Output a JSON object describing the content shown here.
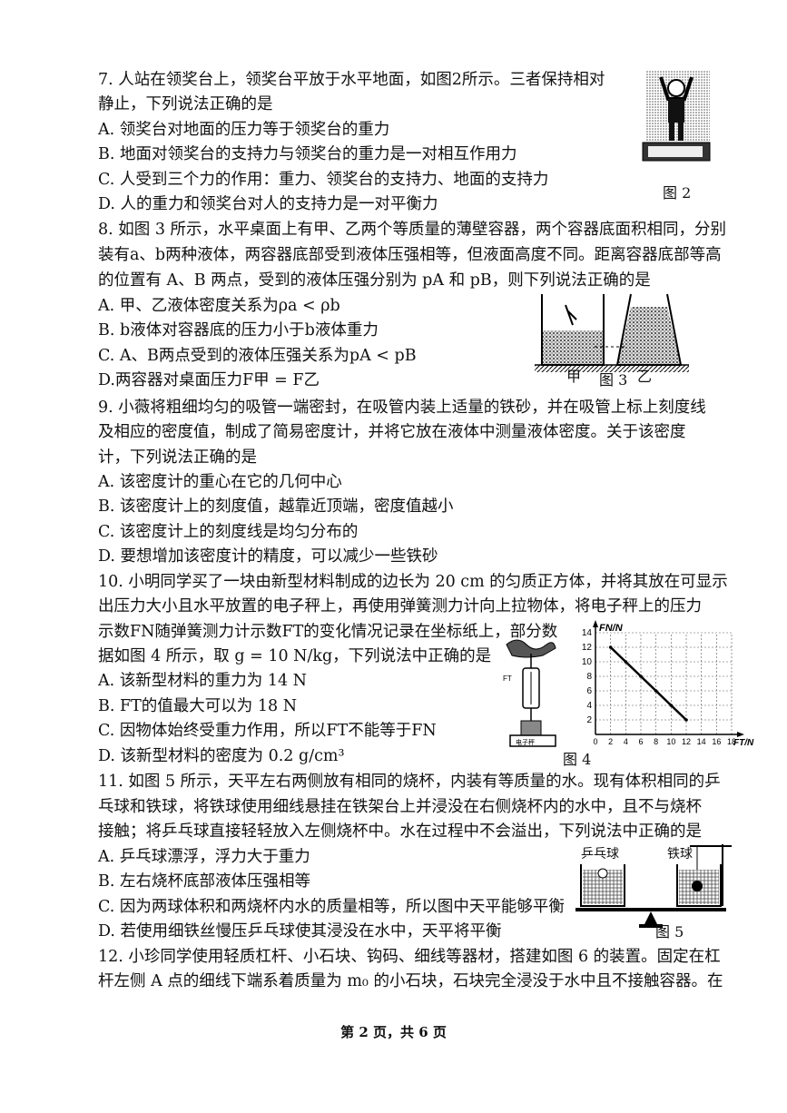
{
  "q7": {
    "stem1": "7. 人站在领奖台上，领奖台平放于水平地面，如图2所示。三者保持相对",
    "stem2": "静止，下列说法正确的是",
    "a": "A. 领奖台对地面的压力等于领奖台的重力",
    "b": "B. 地面对领奖台的支持力与领奖台的重力是一对相互作用力",
    "c": "C. 人受到三个力的作用：重力、领奖台的支持力、地面的支持力",
    "d": "D. 人的重力和领奖台对人的支持力是一对平衡力",
    "fig": "图 2"
  },
  "q8": {
    "stem1": "8. 如图 3 所示，水平桌面上有甲、乙两个等质量的薄壁容器，两个容器底面积相同，分别",
    "stem2": "装有a、b两种液体，两容器底部受到液体压强相等，但液面高度不同。距离容器底部等高",
    "stem3": "的位置有 A、B 两点，受到的液体压强分别为 pA 和 pB，则下列说法正确的是",
    "a": "A. 甲、乙液体密度关系为ρa < ρb",
    "b": "B. b液体对容器底的压力小于b液体重力",
    "c": "C. A、B两点受到的液体压强关系为pA < pB",
    "d": "D.两容器对桌面压力F甲 = F乙",
    "fig": "图 3",
    "label_jia": "甲",
    "label_yi": "乙"
  },
  "q9": {
    "stem1": "9. 小薇将粗细均匀的吸管一端密封，在吸管内装上适量的铁砂，并在吸管上标上刻度线",
    "stem2": "及相应的密度值，制成了简易密度计，并将它放在液体中测量液体密度。关于该密度",
    "stem3": "计，下列说法正确的是",
    "a": "A. 该密度计的重心在它的几何中心",
    "b": "B. 该密度计上的刻度值，越靠近顶端，密度值越小",
    "c": "C. 该密度计上的刻度线是均匀分布的",
    "d": "D. 要想增加该密度计的精度，可以减少一些铁砂"
  },
  "q10": {
    "stem1": "10. 小明同学买了一块由新型材料制成的边长为 20 cm 的匀质正方体，并将其放在可显示",
    "stem2": "出压力大小且水平放置的电子秤上，再使用弹簧测力计向上拉物体，将电子秤上的压力",
    "stem3": "示数FN随弹簧测力计示数FT的变化情况记录在坐标纸上，部分数",
    "stem4": "据如图 4 所示，取 g = 10 N/kg，下列说法中正确的是",
    "a": "A. 该新型材料的重力为 14 N",
    "b": "B. FT的值最大可以为 18 N",
    "c": "C. 因物体始终受重力作用，所以FT不能等于FN",
    "d": "D. 该新型材料的密度为 0.2 g/cm³",
    "fig": "图 4",
    "spring_label": "FT",
    "scale_label": "电子秤"
  },
  "q11": {
    "stem1": "11. 如图 5 所示，天平左右两侧放有相同的烧杯，内装有等质量的水。现有体积相同的乒",
    "stem2": "乓球和铁球，将铁球使用细线悬挂在铁架台上并浸没在右侧烧杯内的水中，且不与烧杯",
    "stem3": "接触；将乒乓球直接轻轻放入左侧烧杯中。水在过程中不会溢出，下列说法中正确的是",
    "a": "A. 乒乓球漂浮，浮力大于重力",
    "b": "B. 左右烧杯底部液体压强相等",
    "c": "C. 因为两球体积和两烧杯内水的质量相等，所以图中天平能够平衡",
    "d": "D. 若使用细铁丝慢压乒乓球使其浸没在水中，天平将平衡",
    "fig": "图 5",
    "label_pingpong": "乒乓球",
    "label_iron": "铁球"
  },
  "q12": {
    "stem1": "12. 小珍同学使用轻质杠杆、小石块、钩码、细线等器材，搭建如图 6 的装置。固定在杠",
    "stem2": "杆左侧 A 点的细线下端系着质量为 m₀ 的小石块，石块完全浸没于水中且不接触容器。在"
  },
  "footer": "第 2 页，共 6 页",
  "chart_data": {
    "type": "scatter",
    "title": "",
    "xlabel": "FT/N",
    "ylabel": "FN/N",
    "x_ticks": [
      0,
      2,
      4,
      6,
      8,
      10,
      12,
      14,
      16,
      18
    ],
    "y_ticks": [
      2,
      4,
      6,
      8,
      10,
      12,
      14
    ],
    "xlim": [
      0,
      18
    ],
    "ylim": [
      0,
      14
    ],
    "grid": true,
    "series": [
      {
        "x": [
          2,
          4,
          6,
          8,
          10,
          12
        ],
        "y": [
          12,
          10,
          8,
          6,
          4,
          2
        ]
      }
    ]
  }
}
